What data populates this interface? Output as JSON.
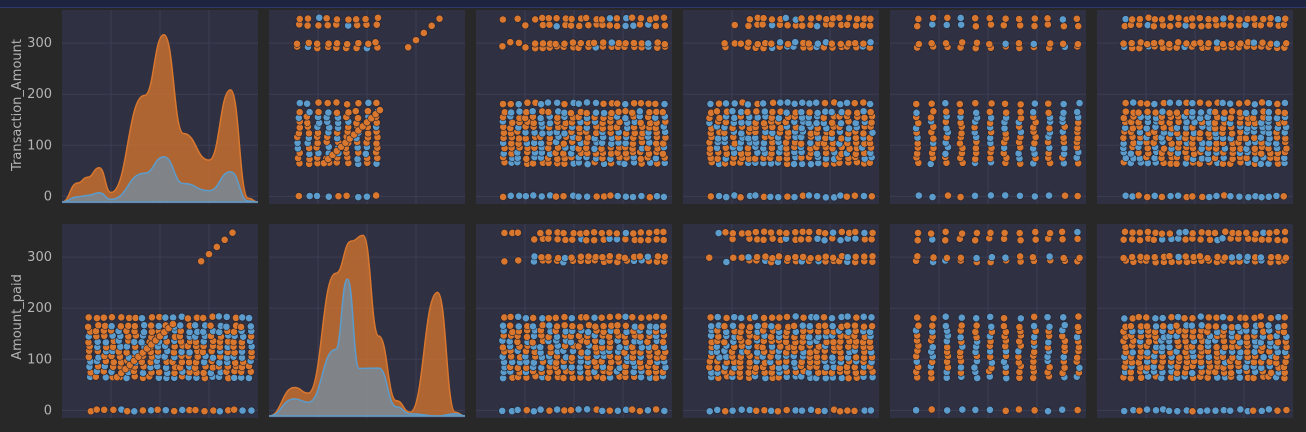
{
  "chart_data": {
    "type": "scatter",
    "title": "",
    "variables": [
      "Transaction_Amount",
      "Amount_paid"
    ],
    "ylabels": [
      "Transaction_Amount",
      "Amount_paid"
    ],
    "yticks": [
      0,
      100,
      200,
      300
    ],
    "ylim": [
      -15,
      365
    ],
    "hue_series": [
      {
        "color": "#5b9ccd"
      },
      {
        "color": "#d9772e"
      }
    ],
    "colors": {
      "background": "#282828",
      "panel": "#2f3042",
      "grid": "#3d3e54",
      "text": "#b4b4b4"
    },
    "grid": true,
    "value_levels": [
      0,
      65,
      75,
      85,
      95,
      105,
      115,
      125,
      135,
      145,
      155,
      165,
      182,
      292,
      300,
      335,
      348
    ],
    "kde_row1": [
      {
        "x": 0.08,
        "y": 0.1
      },
      {
        "x": 0.13,
        "y": 0.13
      },
      {
        "x": 0.19,
        "y": 0.18
      },
      {
        "x": 0.25,
        "y": 0.05
      },
      {
        "x": 0.42,
        "y": 0.56
      },
      {
        "x": 0.52,
        "y": 0.88
      },
      {
        "x": 0.62,
        "y": 0.36
      },
      {
        "x": 0.75,
        "y": 0.22
      },
      {
        "x": 0.86,
        "y": 0.59
      },
      {
        "x": 0.95,
        "y": 0.02
      }
    ],
    "kde_row2": [
      {
        "x": 0.13,
        "y": 0.15
      },
      {
        "x": 0.2,
        "y": 0.12
      },
      {
        "x": 0.34,
        "y": 0.75
      },
      {
        "x": 0.42,
        "y": 0.92
      },
      {
        "x": 0.48,
        "y": 0.95
      },
      {
        "x": 0.56,
        "y": 0.42
      },
      {
        "x": 0.65,
        "y": 0.08
      },
      {
        "x": 0.72,
        "y": 0.02
      },
      {
        "x": 0.86,
        "y": 0.65
      },
      {
        "x": 0.95,
        "y": 0.02
      }
    ]
  }
}
